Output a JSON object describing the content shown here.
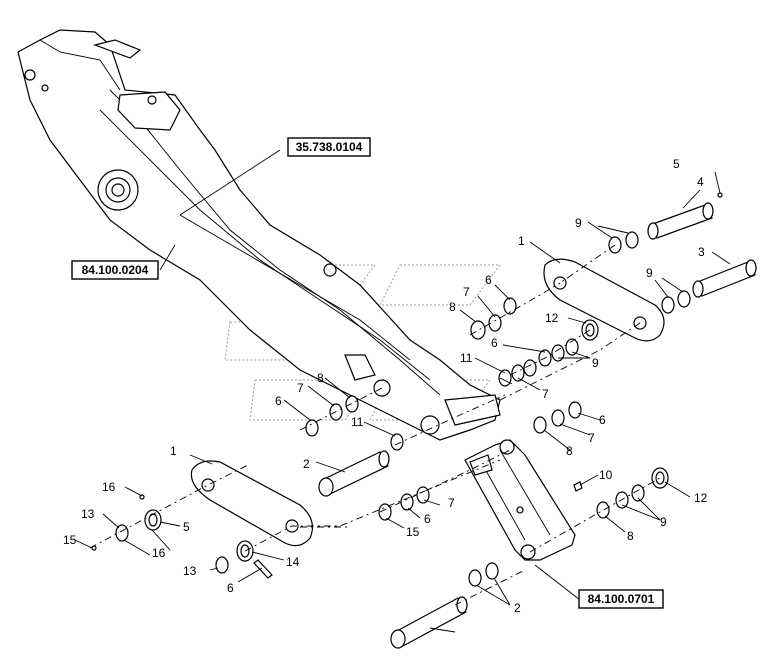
{
  "diagram": {
    "references": [
      {
        "id": "ref-boom",
        "text": "35.738.0104"
      },
      {
        "id": "ref-arm",
        "text": "84.100.0204"
      },
      {
        "id": "ref-link",
        "text": "84.100.0701"
      }
    ],
    "callouts": [
      {
        "id": "c5a",
        "text": "5"
      },
      {
        "id": "c4",
        "text": "4"
      },
      {
        "id": "c9a",
        "text": "9"
      },
      {
        "id": "c3",
        "text": "3"
      },
      {
        "id": "c1a",
        "text": "1"
      },
      {
        "id": "c9b",
        "text": "9"
      },
      {
        "id": "c6a",
        "text": "6"
      },
      {
        "id": "c7a",
        "text": "7"
      },
      {
        "id": "c8a",
        "text": "8"
      },
      {
        "id": "c12a",
        "text": "12"
      },
      {
        "id": "c6b",
        "text": "6"
      },
      {
        "id": "c9c",
        "text": "9"
      },
      {
        "id": "c11a",
        "text": "11"
      },
      {
        "id": "c7b",
        "text": "7"
      },
      {
        "id": "c8b",
        "text": "8"
      },
      {
        "id": "c7c",
        "text": "7"
      },
      {
        "id": "c6c",
        "text": "6"
      },
      {
        "id": "c11b",
        "text": "11"
      },
      {
        "id": "c6d",
        "text": "6"
      },
      {
        "id": "c7d",
        "text": "7"
      },
      {
        "id": "c8c",
        "text": "8"
      },
      {
        "id": "c1b",
        "text": "1"
      },
      {
        "id": "c2a",
        "text": "2"
      },
      {
        "id": "c10",
        "text": "10"
      },
      {
        "id": "c12b",
        "text": "12"
      },
      {
        "id": "c9d",
        "text": "9"
      },
      {
        "id": "c8d",
        "text": "8"
      },
      {
        "id": "c7e",
        "text": "7"
      },
      {
        "id": "c6e",
        "text": "6"
      },
      {
        "id": "c15a",
        "text": "15"
      },
      {
        "id": "c16a",
        "text": "16"
      },
      {
        "id": "c13a",
        "text": "13"
      },
      {
        "id": "c5b",
        "text": "5"
      },
      {
        "id": "c15b",
        "text": "15"
      },
      {
        "id": "c16b",
        "text": "16"
      },
      {
        "id": "c13b",
        "text": "13"
      },
      {
        "id": "c14",
        "text": "14"
      },
      {
        "id": "c6f",
        "text": "6"
      },
      {
        "id": "c2b",
        "text": "2"
      }
    ]
  }
}
